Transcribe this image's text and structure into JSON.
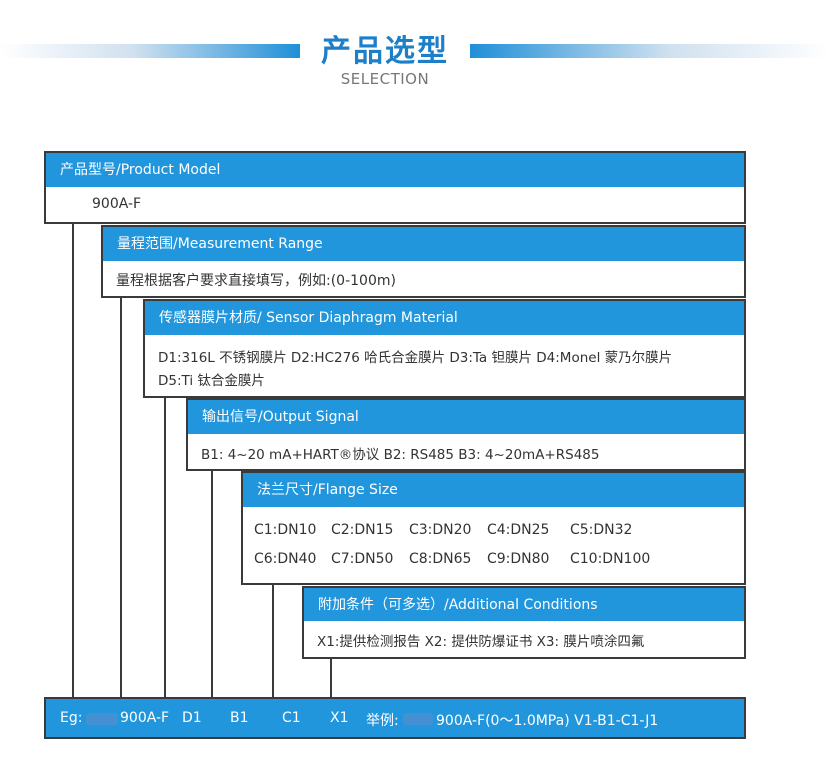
{
  "header": {
    "title": "产品选型",
    "subtitle": "SELECTION"
  },
  "model": {
    "label": "产品型号/Product  Model",
    "value": "900A-F"
  },
  "range": {
    "label": "量程范围/Measurement  Range",
    "text": "量程根据客户要求直接填写，例如:(0-100m)"
  },
  "diaphragm": {
    "label": "传感器膜片材质/ Sensor Diaphragm Material",
    "line1": "D1:316L 不锈钢膜片   D2:HC276 哈氏合金膜片   D3:Ta 钽膜片   D4:Monel 蒙乃尔膜片",
    "line2": "D5:Ti 钛合金膜片"
  },
  "output": {
    "label": "输出信号/Output Signal",
    "text": "B1: 4~20 mA+HART®协议    B2: RS485    B3: 4~20mA+RS485"
  },
  "flange": {
    "label": "法兰尺寸/Flange Size",
    "row1": [
      "C1:DN10",
      "C2:DN15",
      "C3:DN20",
      "C4:DN25",
      "C5:DN32"
    ],
    "row2": [
      "C6:DN40",
      "C7:DN50",
      "C8:DN65",
      "C9:DN80",
      "C10:DN100"
    ]
  },
  "additional": {
    "label": "附加条件（可多选）/Additional Conditions",
    "text": "X1:提供检测报告   X2: 提供防爆证书   X3: 膜片喷涂四氟"
  },
  "example": {
    "eg": "Eg:",
    "model": "900A-F",
    "d": "D1",
    "b": "B1",
    "c": "C1",
    "x": "X1",
    "label": "举例:",
    "full": "900A-F(0～1.0MPa) V1-B1-C1-J1"
  }
}
